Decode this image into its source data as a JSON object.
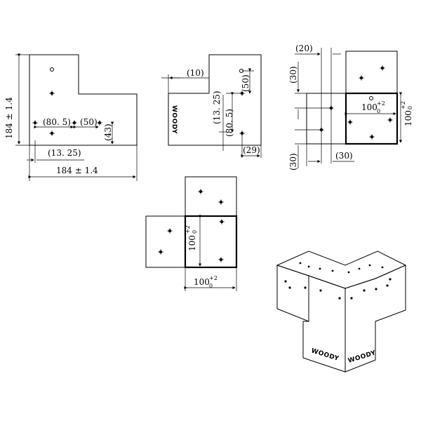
{
  "dimensions": {
    "overall_vertical": "184 ± 1.4",
    "overall_horizontal": "184 ± 1.4",
    "hole_spacing_a": "(80. 5)",
    "hole_spacing_b": "(50)",
    "hole_height": "(43)",
    "offset_left": "(13. 25)",
    "side_top_offset": "(10)",
    "side_vertical_1325": "(13. 25)",
    "side_vertical_805": "(80. 5)",
    "side_vertical_50": "(50)",
    "side_bottom_29": "(29)",
    "top_20": "(20)",
    "left_top_30": "(30)",
    "left_bottom_30": "(30)",
    "bottom_right_30": "(30)",
    "socket_main": "100",
    "socket_sup": "+2",
    "socket_sub": "0"
  },
  "brand": "WOODY"
}
